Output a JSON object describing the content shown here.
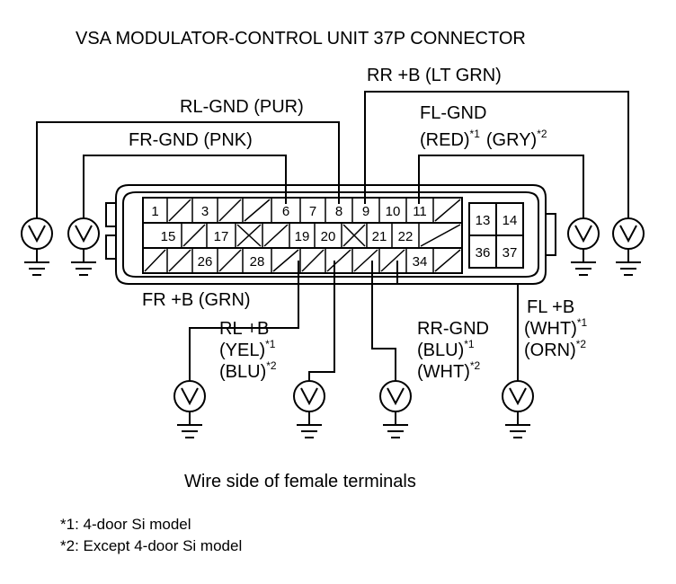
{
  "title": "VSA MODULATOR-CONTROL UNIT 37P CONNECTOR",
  "caption": "Wire side of female terminals",
  "footnotes": [
    "*1: 4-door Si model",
    "*2: Except 4-door Si model"
  ],
  "pins": {
    "row1": [
      "1",
      "3",
      "6",
      "7",
      "8",
      "9",
      "10",
      "11"
    ],
    "row2": [
      "15",
      "17",
      "19",
      "20",
      "21",
      "22"
    ],
    "row3": [
      "26",
      "28",
      "34"
    ],
    "side": [
      "13",
      "14",
      "36",
      "37"
    ]
  },
  "wires": {
    "rr_b": "RR  +B (LT GRN)",
    "rl_gnd": "RL-GND (PUR)",
    "fr_gnd": "FR-GND (PNK)",
    "fl_gnd_1": "FL-GND",
    "fl_gnd_2a": "(RED)",
    "fl_gnd_2b": "(GRY)",
    "fr_b": "FR  +B (GRN)",
    "rl_b_1": "RL  +B",
    "rl_b_2": "(YEL)",
    "rl_b_3": "(BLU)",
    "rr_gnd_1": "RR-GND",
    "rr_gnd_2": "(BLU)",
    "rr_gnd_3": "(WHT)",
    "fl_b_1": "FL  +B",
    "fl_b_2": "(WHT)",
    "fl_b_3": "(ORN)"
  },
  "marks": {
    "note1": "*1",
    "note2": "*2"
  },
  "meter_symbol": "V"
}
